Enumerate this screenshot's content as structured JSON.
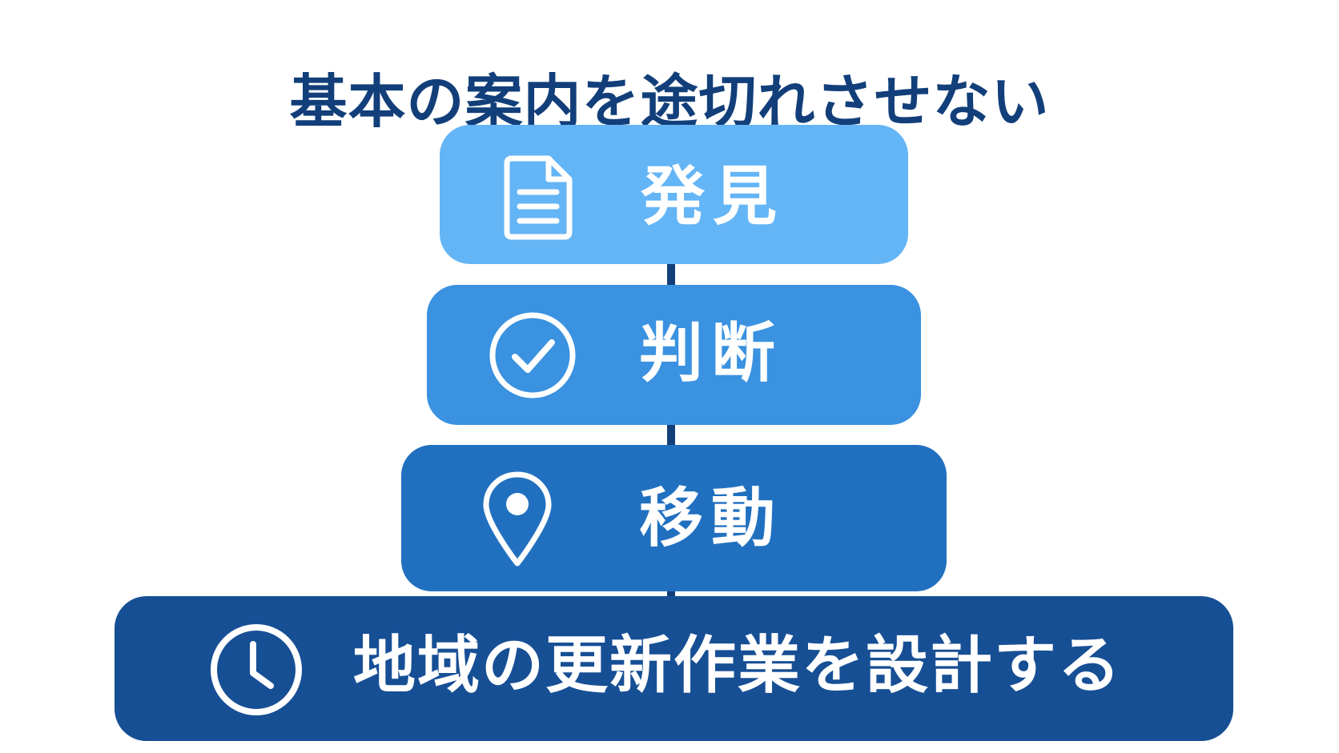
{
  "title": "基本の案内を途切れさせない",
  "steps": [
    {
      "label": "発見",
      "icon": "document-icon",
      "color": "#64b5f6"
    },
    {
      "label": "判断",
      "icon": "check-circle-icon",
      "color": "#3a92e0"
    },
    {
      "label": "移動",
      "icon": "map-pin-icon",
      "color": "#2170c0"
    },
    {
      "label": "地域の更新作業を設計する",
      "icon": "clock-icon",
      "color": "#174f95"
    }
  ],
  "colors": {
    "title": "#123f7a",
    "connector": "#123f7a",
    "text": "#ffffff"
  }
}
